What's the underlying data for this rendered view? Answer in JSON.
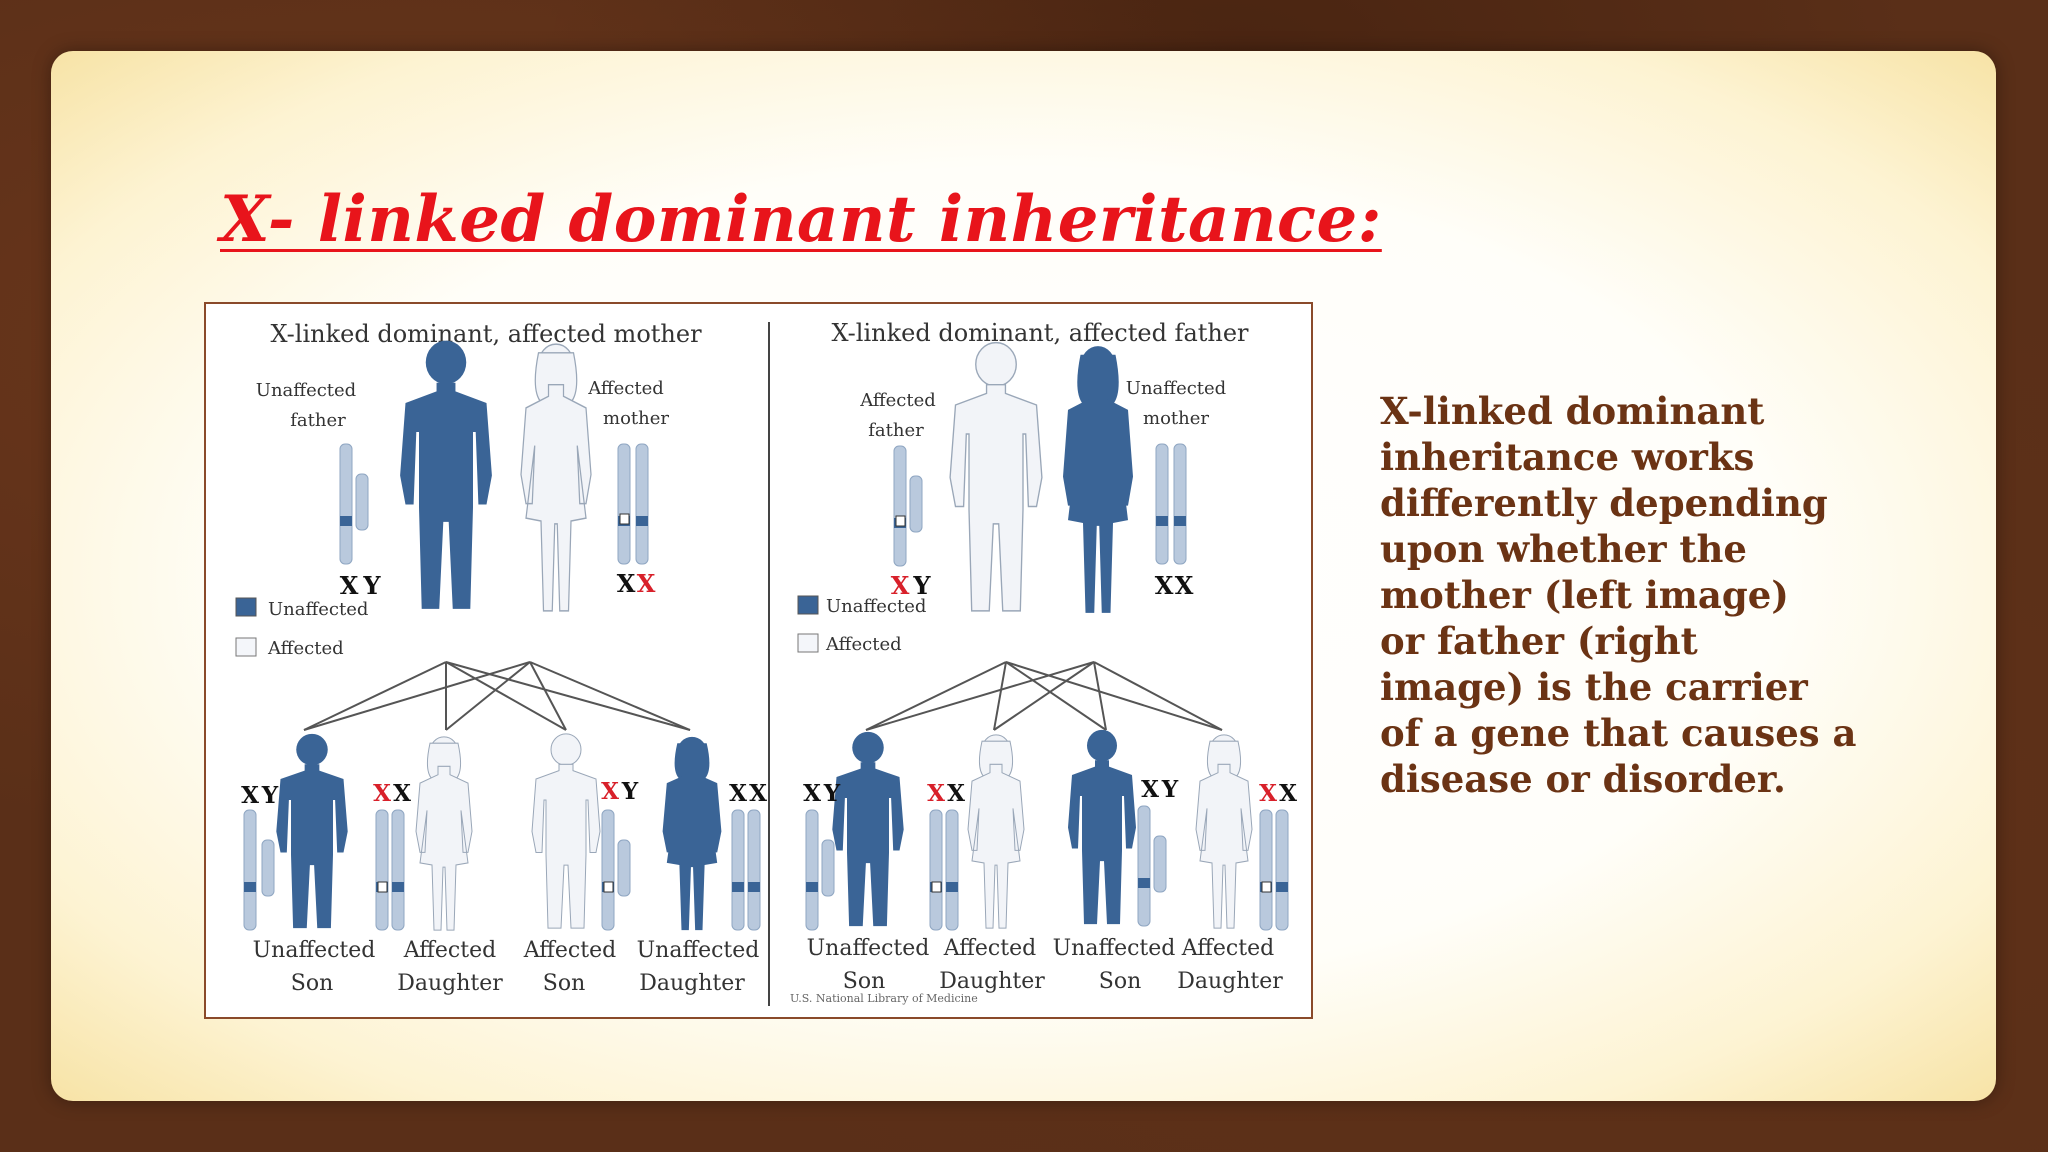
{
  "slide": {
    "title": "X- linked dominant inheritance:",
    "description_lines": [
      "X-linked dominant",
      "inheritance works",
      "differently depending",
      "upon whether the",
      "mother (left image)",
      "or father (right",
      "image) is the carrier",
      "of a gene that causes a",
      "disease or disorder."
    ]
  },
  "colors": {
    "title": "#e8141b",
    "text": "#6b3314",
    "unaffected_blue": "#3a6496",
    "affected_light": "#f2f4f8",
    "chromosome_red": "#d8202a"
  },
  "diagram": {
    "left": {
      "heading": "X-linked dominant, affected mother",
      "father_label": [
        "Unaffected",
        "father"
      ],
      "mother_label": [
        "Affected",
        "mother"
      ],
      "father_chrom": [
        "X",
        "Y"
      ],
      "mother_chrom": [
        "X",
        "X"
      ],
      "legend_unaffected": "Unaffected",
      "legend_affected": "Affected",
      "children": [
        {
          "chrom": [
            "X",
            "Y"
          ],
          "label": [
            "Unaffected",
            "Son"
          ]
        },
        {
          "chrom": [
            "X",
            "X"
          ],
          "label": [
            "Affected",
            "Daughter"
          ]
        },
        {
          "chrom": [
            "X",
            "Y"
          ],
          "label": [
            "Affected",
            "Son"
          ]
        },
        {
          "chrom": [
            "X",
            "X"
          ],
          "label": [
            "Unaffected",
            "Daughter"
          ]
        }
      ]
    },
    "right": {
      "heading": "X-linked dominant, affected father",
      "father_label": [
        "Affected",
        "father"
      ],
      "mother_label": [
        "Unaffected",
        "mother"
      ],
      "father_chrom": [
        "X",
        "Y"
      ],
      "mother_chrom": [
        "X",
        "X"
      ],
      "legend_unaffected": "Unaffected",
      "legend_affected": "Affected",
      "children": [
        {
          "chrom": [
            "X",
            "Y"
          ],
          "label": [
            "Unaffected",
            "Son"
          ]
        },
        {
          "chrom": [
            "X",
            "X"
          ],
          "label": [
            "Affected",
            "Daughter"
          ]
        },
        {
          "chrom": [
            "X",
            "Y"
          ],
          "label": [
            "Unaffected",
            "Son"
          ]
        },
        {
          "chrom": [
            "X",
            "X"
          ],
          "label": [
            "Affected",
            "Daughter"
          ]
        }
      ],
      "credit": "U.S. National Library of Medicine"
    }
  }
}
